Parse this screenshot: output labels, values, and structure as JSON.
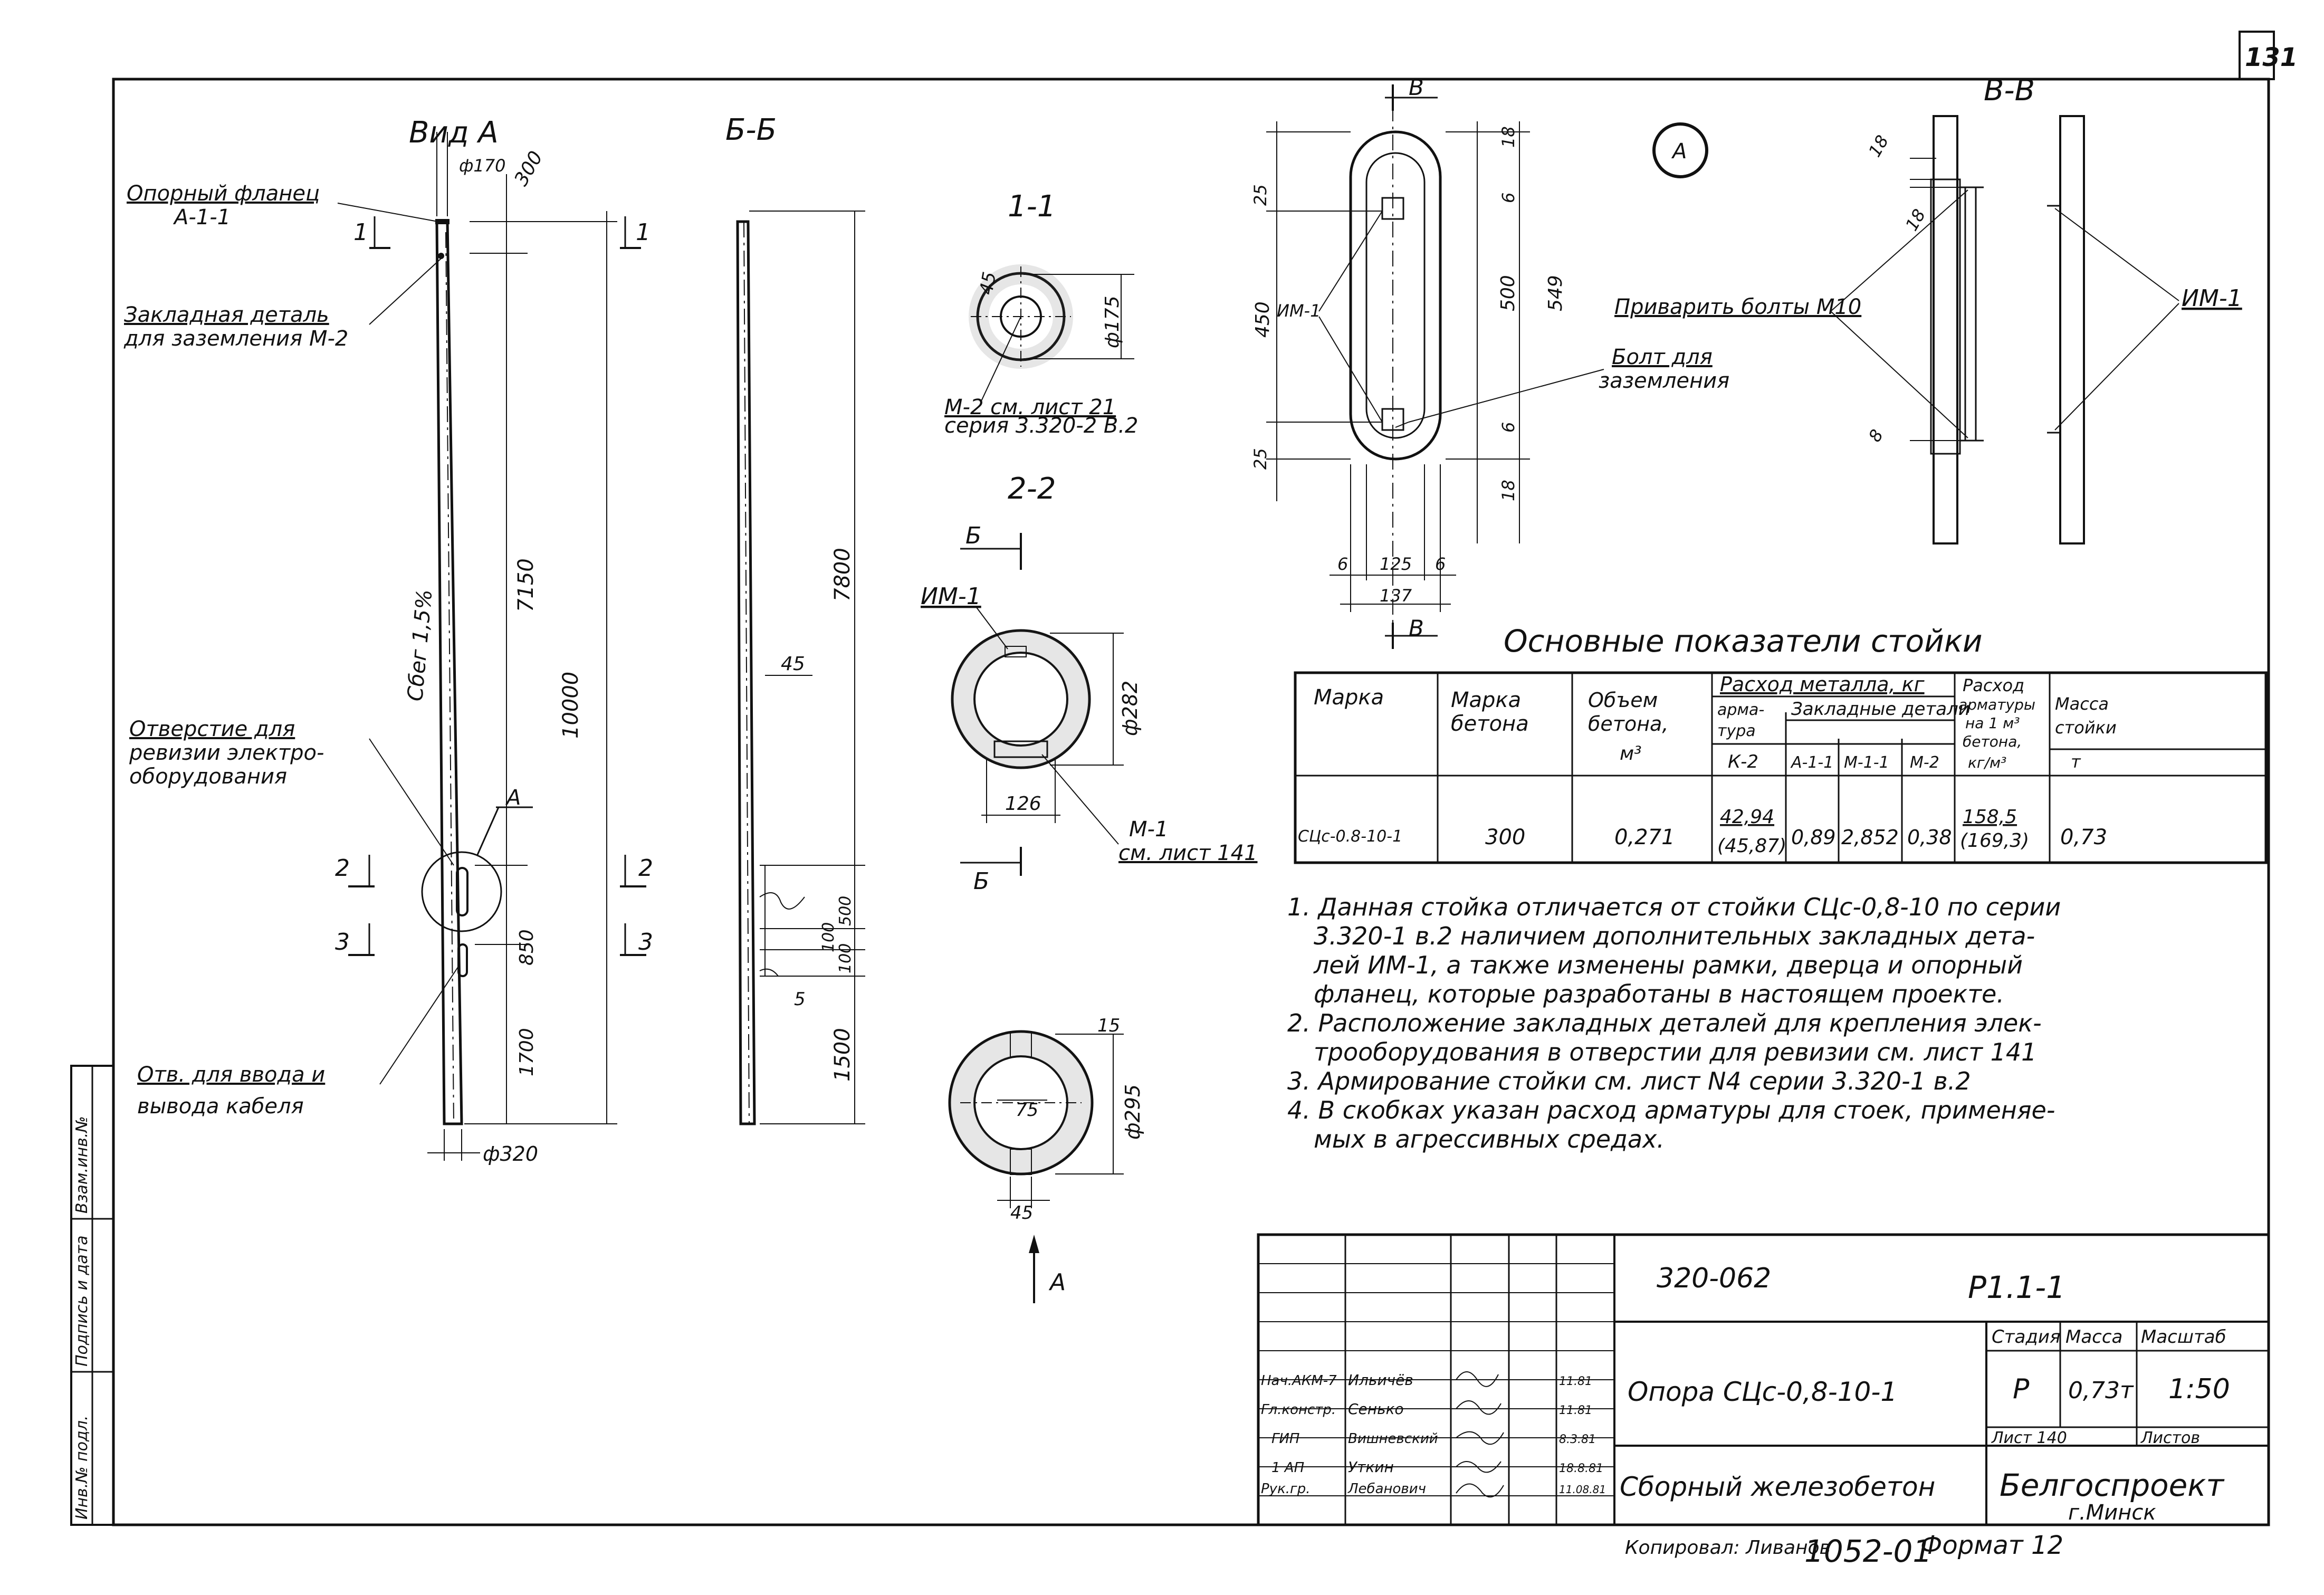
{
  "sheet_number": "131",
  "view_a": {
    "title": "Вид А",
    "top_diameter": "ф170",
    "bottom_diameter": "ф320",
    "slope": "Сбег 1,5%",
    "dims": [
      "300",
      "7150",
      "10000",
      "850",
      "1700"
    ],
    "section_marks": [
      "1",
      "1",
      "2",
      "2",
      "3",
      "3"
    ],
    "callout_a": "А",
    "labels": {
      "flange": "Опорный фланец",
      "flange_code": "А-1-1",
      "embed": "Закладная деталь",
      "embed2": "для заземления М-2",
      "hole": "Отверстие для",
      "hole2": "ревизии электро-",
      "hole3": "оборудования",
      "cable": "Отв. для ввода и",
      "cable2": "вывода кабеля"
    }
  },
  "view_b": {
    "title": "Б-Б",
    "dims": [
      "7800",
      "45",
      "500",
      "100",
      "100",
      "5",
      "1500"
    ]
  },
  "section_1": {
    "title": "1-1",
    "dims": [
      "45",
      "ф175"
    ],
    "note1": "М-2 см. лист 21",
    "note2": "серия 3.320-2 В.2"
  },
  "section_2": {
    "title": "2-2",
    "cut_mark": "Б",
    "label": "ИМ-1",
    "dims": [
      "ф282",
      "126"
    ],
    "note1": "М-1",
    "note2": "см. лист 141"
  },
  "section_3": {
    "dims": [
      "15",
      "75",
      "ф295",
      "45"
    ],
    "arrow": "А"
  },
  "detail_a": {
    "circle_label": "А",
    "cut": "В",
    "label_im1": "ИМ-1",
    "dims_v": [
      "18",
      "6",
      "500",
      "549",
      "6",
      "18"
    ],
    "dims_l": [
      "25",
      "450",
      "25"
    ],
    "dims_h": [
      "6",
      "125",
      "6",
      "137"
    ],
    "bolt_label1": "Болт для",
    "bolt_label2": "заземления"
  },
  "section_bb": {
    "title": "В-В",
    "weld": "Приварить болты М10",
    "label": "ИМ-1",
    "dims": [
      "18",
      "18",
      "8"
    ]
  },
  "table": {
    "title": "Основные показатели стойки",
    "h_mark": "Марка",
    "h_concrete": [
      "Марка",
      "бетона"
    ],
    "h_volume": [
      "Объем",
      "бетона,",
      "м³"
    ],
    "h_metal": "Расход металла, кг",
    "h_arm": [
      "арма-",
      "тура"
    ],
    "h_embed": "Закладные детали",
    "h_k2": "К-2",
    "h_a11": "А-1-1",
    "h_m11": "М-1-1",
    "h_m2": "М-2",
    "h_rate": [
      "Расход",
      "арматуры",
      "на 1 м³",
      "бетона,",
      "кг/м³"
    ],
    "h_mass": [
      "Масса",
      "стойки",
      "т"
    ],
    "row": {
      "mark": "СЦс-0.8-10-1",
      "concrete": "300",
      "volume": "0,271",
      "k2": "42,94",
      "k2_alt": "(45,87)",
      "a11": "0,89",
      "m11": "2,852",
      "m2": "0,38",
      "rate": "158,5",
      "rate_alt": "(169,3)",
      "mass": "0,73"
    }
  },
  "notes": [
    "1. Данная стойка отличается от стойки СЦс-0,8-10 по серии",
    "3.320-1 в.2 наличием дополнительных закладных дета-",
    "лей ИМ-1, а также изменены рамки, дверца и опорный",
    "фланец, которые разработаны в настоящем проекте.",
    "2. Расположение закладных деталей для крепления элек-",
    "трооборудования в отверстии для ревизии см. лист 141",
    "3. Армирование стойки см. лист N4 серии 3.320-1 в.2",
    "4. В скобках указан расход арматуры для стоек, применяе-",
    "мых в агрессивных средах."
  ],
  "title_block": {
    "project": "320-062",
    "code": "Р1.1-1",
    "name": "Опора СЦс-0,8-10-1",
    "material": "Сборный железобетон",
    "stage_h": "Стадия",
    "mass_h": "Масса",
    "scale_h": "Масштаб",
    "stage": "Р",
    "mass": "0,73т",
    "scale": "1:50",
    "sheet_h": "Лист 140",
    "sheets_h": "Листов",
    "org": "Белгоспроект",
    "city": "г.Минск",
    "people": [
      {
        "role": "Нач.АКМ-7",
        "name": "Ильичёв",
        "date": "11.81"
      },
      {
        "role": "Гл.констр.",
        "name": "Сенько",
        "date": "11.81"
      },
      {
        "role": "ГИП",
        "name": "Вишневский",
        "date": "8.3.81"
      },
      {
        "role": "1 АП",
        "name": "Уткин",
        "date": "18.8.81"
      },
      {
        "role": "Рук.гр.",
        "name": "Лебанович",
        "date": "11.08.81"
      }
    ]
  },
  "stamp_left": [
    "Инв.№ подл.",
    "Подпись и дата",
    "Взам.инв.№"
  ],
  "footer_copy": "Копировал: Ливанов",
  "footer_num": "1052-01",
  "footer_format": "Формат 12"
}
